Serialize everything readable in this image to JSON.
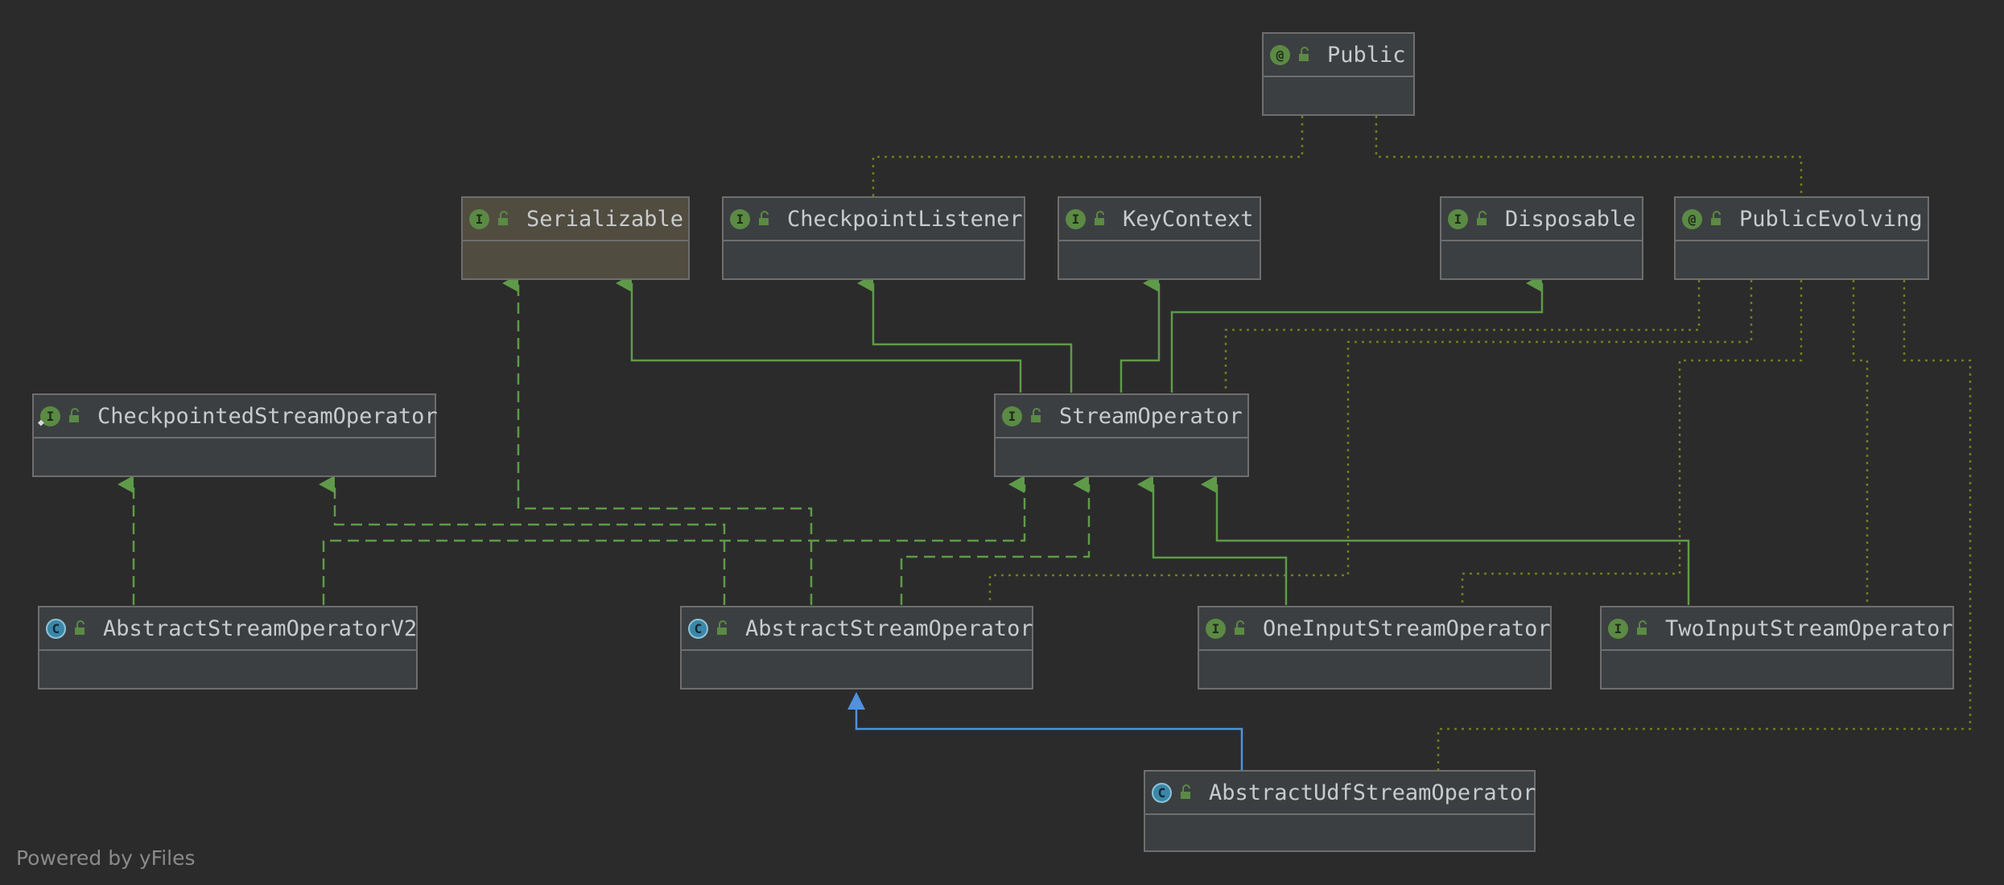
{
  "nodes": {
    "public": {
      "title": "Public",
      "kind": "annotation",
      "badge": "@"
    },
    "serializable": {
      "title": "Serializable",
      "kind": "interface",
      "badge": "I"
    },
    "checkpoint_listener": {
      "title": "CheckpointListener",
      "kind": "interface",
      "badge": "I"
    },
    "key_context": {
      "title": "KeyContext",
      "kind": "interface",
      "badge": "I"
    },
    "disposable": {
      "title": "Disposable",
      "kind": "interface",
      "badge": "I"
    },
    "public_evolving": {
      "title": "PublicEvolving",
      "kind": "annotation",
      "badge": "@"
    },
    "checkpointed_stream_operator": {
      "title": "CheckpointedStreamOperator",
      "kind": "interface",
      "badge": "I"
    },
    "stream_operator": {
      "title": "StreamOperator",
      "kind": "interface",
      "badge": "I"
    },
    "abstract_stream_operator_v2": {
      "title": "AbstractStreamOperatorV2",
      "kind": "abstract-class",
      "badge": "C"
    },
    "abstract_stream_operator": {
      "title": "AbstractStreamOperator",
      "kind": "abstract-class",
      "badge": "C"
    },
    "one_input_stream_operator": {
      "title": "OneInputStreamOperator",
      "kind": "interface",
      "badge": "I"
    },
    "two_input_stream_operator": {
      "title": "TwoInputStreamOperator",
      "kind": "interface",
      "badge": "I"
    },
    "abstract_udf_stream_operator": {
      "title": "AbstractUdfStreamOperator",
      "kind": "abstract-class",
      "badge": "C"
    }
  },
  "colors": {
    "background": "#2b2b2b",
    "interface_edge": "#5f9a4a",
    "class_edge": "#4f92e0",
    "annotation_edge": "#6f7d1f",
    "node_border": "#6e6e6e",
    "node_fill": "#3c3f41",
    "highlight_fill": "#514c40",
    "text": "#c8cbce"
  },
  "footer": "Powered by yFiles"
}
